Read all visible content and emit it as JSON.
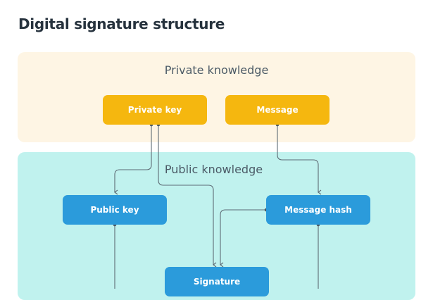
{
  "title": "Digital signature structure",
  "zones": {
    "private": {
      "label": "Private knowledge",
      "color": "#fef5e4"
    },
    "public": {
      "label": "Public knowledge",
      "color": "#c0f2ee"
    }
  },
  "nodes": {
    "private_key": {
      "label": "Private key",
      "color": "#f5b70f"
    },
    "message": {
      "label": "Message",
      "color": "#f5b70f"
    },
    "public_key": {
      "label": "Public key",
      "color": "#2b9bdb"
    },
    "message_hash": {
      "label": "Message hash",
      "color": "#2b9bdb"
    },
    "signature": {
      "label": "Signature",
      "color": "#2b9bdb"
    }
  },
  "edges": [
    {
      "from": "private_key",
      "to": "public_key"
    },
    {
      "from": "private_key",
      "to": "signature"
    },
    {
      "from": "message",
      "to": "message_hash"
    },
    {
      "from": "message_hash",
      "to": "signature"
    },
    {
      "from": "public_key",
      "to": "offscreen-below"
    },
    {
      "from": "message_hash",
      "to": "offscreen-below"
    }
  ]
}
